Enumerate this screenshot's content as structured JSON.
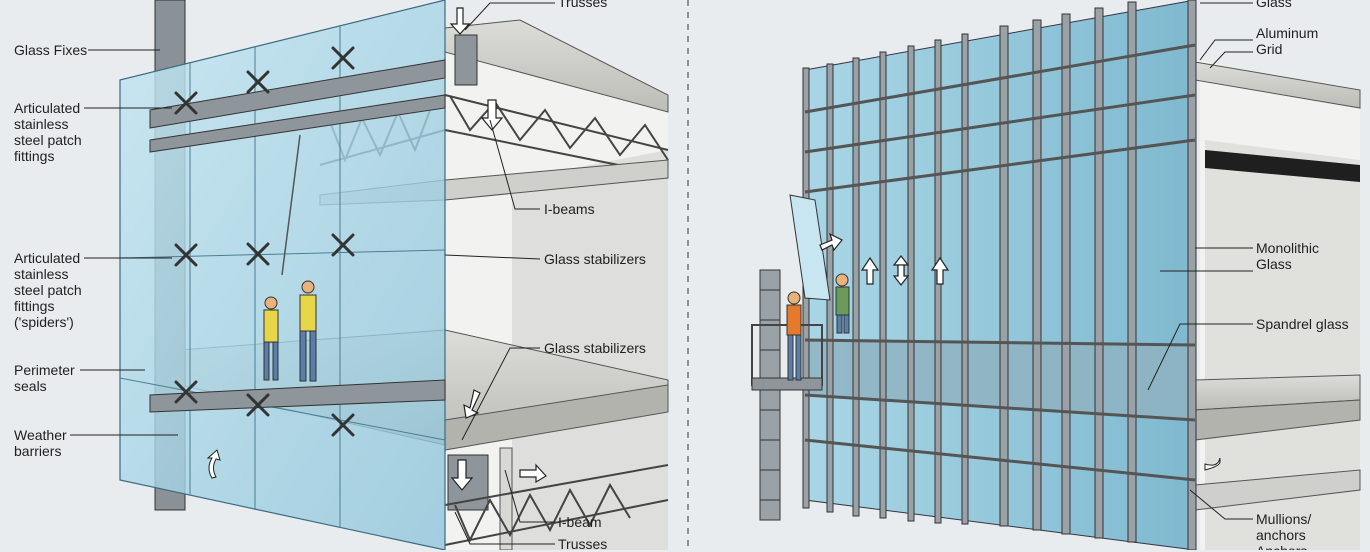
{
  "left_panel": {
    "labels": {
      "glass_fixes": "Glass Fixes",
      "articulated_fittings": "Articulated\nstainless\nsteel patch\nfittings",
      "articulated_spiders": "Articulated\nstainless\nsteel patch\nfittings\n('spiders')",
      "perimeter_seals": "Perimeter\nseals",
      "weather_barriers": "Weather\nbarriers",
      "trusses_top": "Trusses",
      "i_beams": "I-beams",
      "glass_stabilizers_1": "Glass stabilizers",
      "glass_stabilizers_2": "Glass stabilizers",
      "i_beam": "I-beam",
      "trusses_bottom": "Trusses"
    }
  },
  "right_panel": {
    "labels": {
      "glass_top": "Glass",
      "aluminum_grid": "Aluminum\nGrid",
      "monolithic_glass": "Monolithic\nGlass",
      "spandrel_glass": "Spandrel glass",
      "mullions_anchors": "Mullions/\nanchors",
      "anchors_cut": "Anchors"
    }
  },
  "colors": {
    "glass": "#9fd0e4",
    "steel": "#7b8388",
    "concrete": "#d2d2cf",
    "worker_vest": "#e8d64a",
    "worker_vest_orange": "#e57a2c"
  }
}
